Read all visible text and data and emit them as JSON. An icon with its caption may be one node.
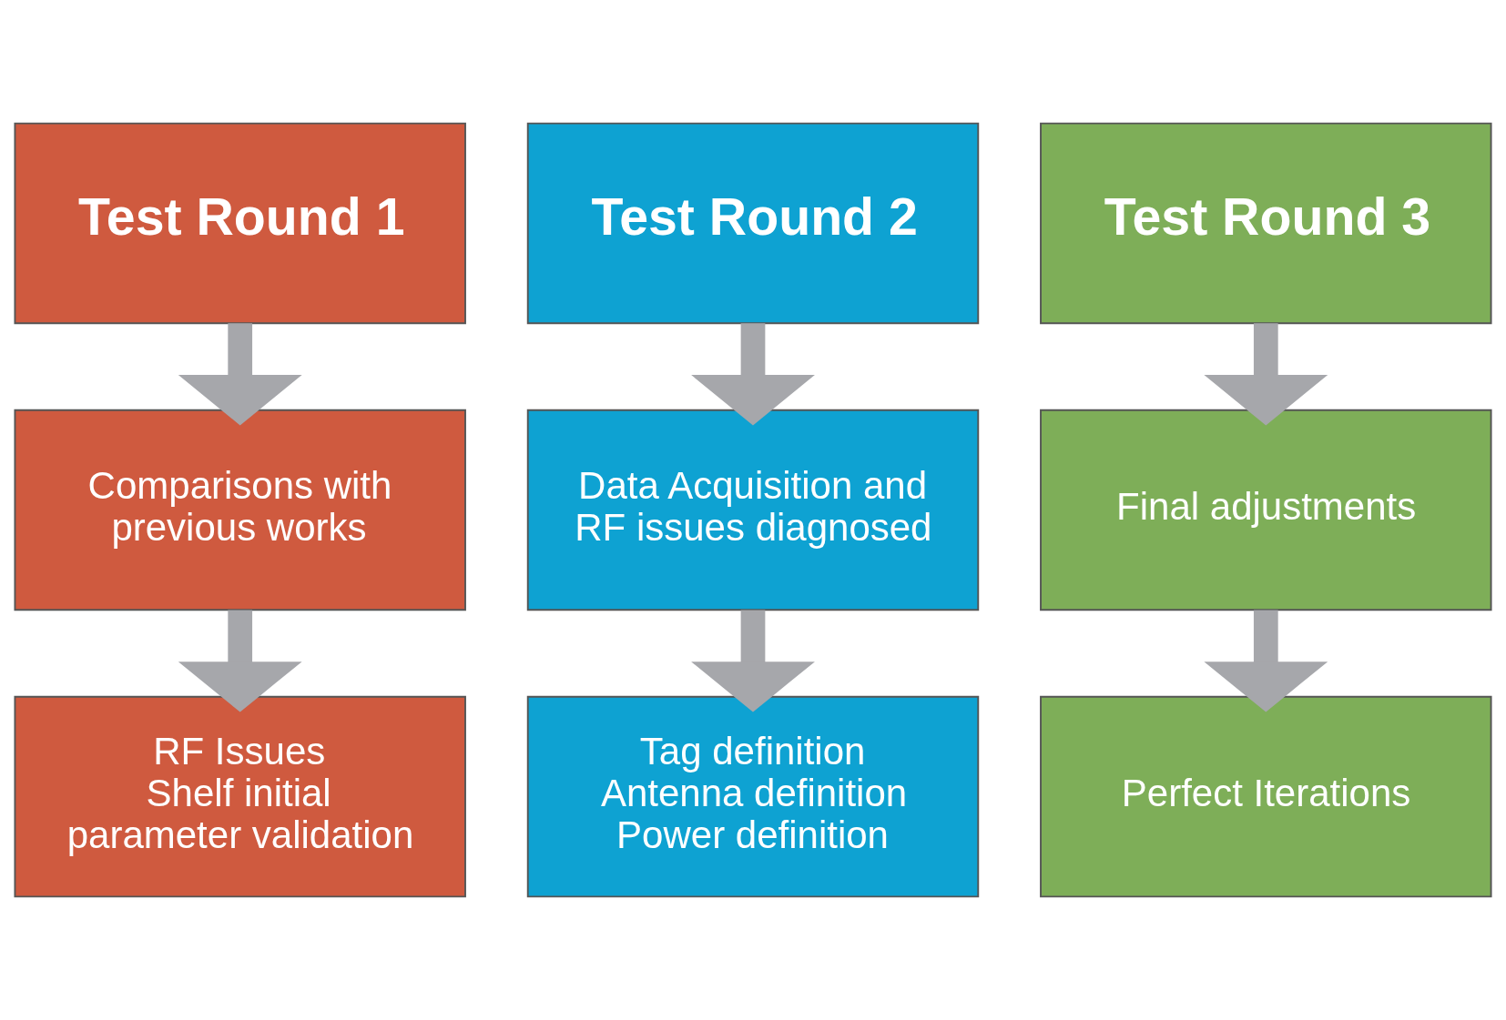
{
  "diagram": {
    "nodes": [
      {
        "text": [
          "Test Round 1"
        ]
      },
      {
        "text": [
          "Test Round 2"
        ]
      },
      {
        "text": [
          "Test Round 3"
        ]
      },
      {
        "text": [
          "Comparisons with previous works"
        ]
      },
      {
        "text": [
          "Data Acquisition and RF issues diagnosed"
        ]
      },
      {
        "text": [
          "Final adjustments"
        ]
      },
      {
        "text": [
          "RF Issues",
          "Shelf initial parameter validation"
        ]
      },
      {
        "text": [
          "Tag definition",
          "Antenna definition",
          "Power definition"
        ]
      },
      {
        "text": [
          "Perfect Iterations"
        ]
      }
    ],
    "edges": [
      {
        "from": 0,
        "to": 3,
        "arrow": "to"
      },
      {
        "from": 3,
        "to": 6,
        "arrow": "to"
      },
      {
        "from": 1,
        "to": 4,
        "arrow": "to"
      },
      {
        "from": 4,
        "to": 7,
        "arrow": "to"
      },
      {
        "from": 2,
        "to": 5,
        "arrow": "to"
      },
      {
        "from": 5,
        "to": 8,
        "arrow": "to"
      }
    ]
  }
}
